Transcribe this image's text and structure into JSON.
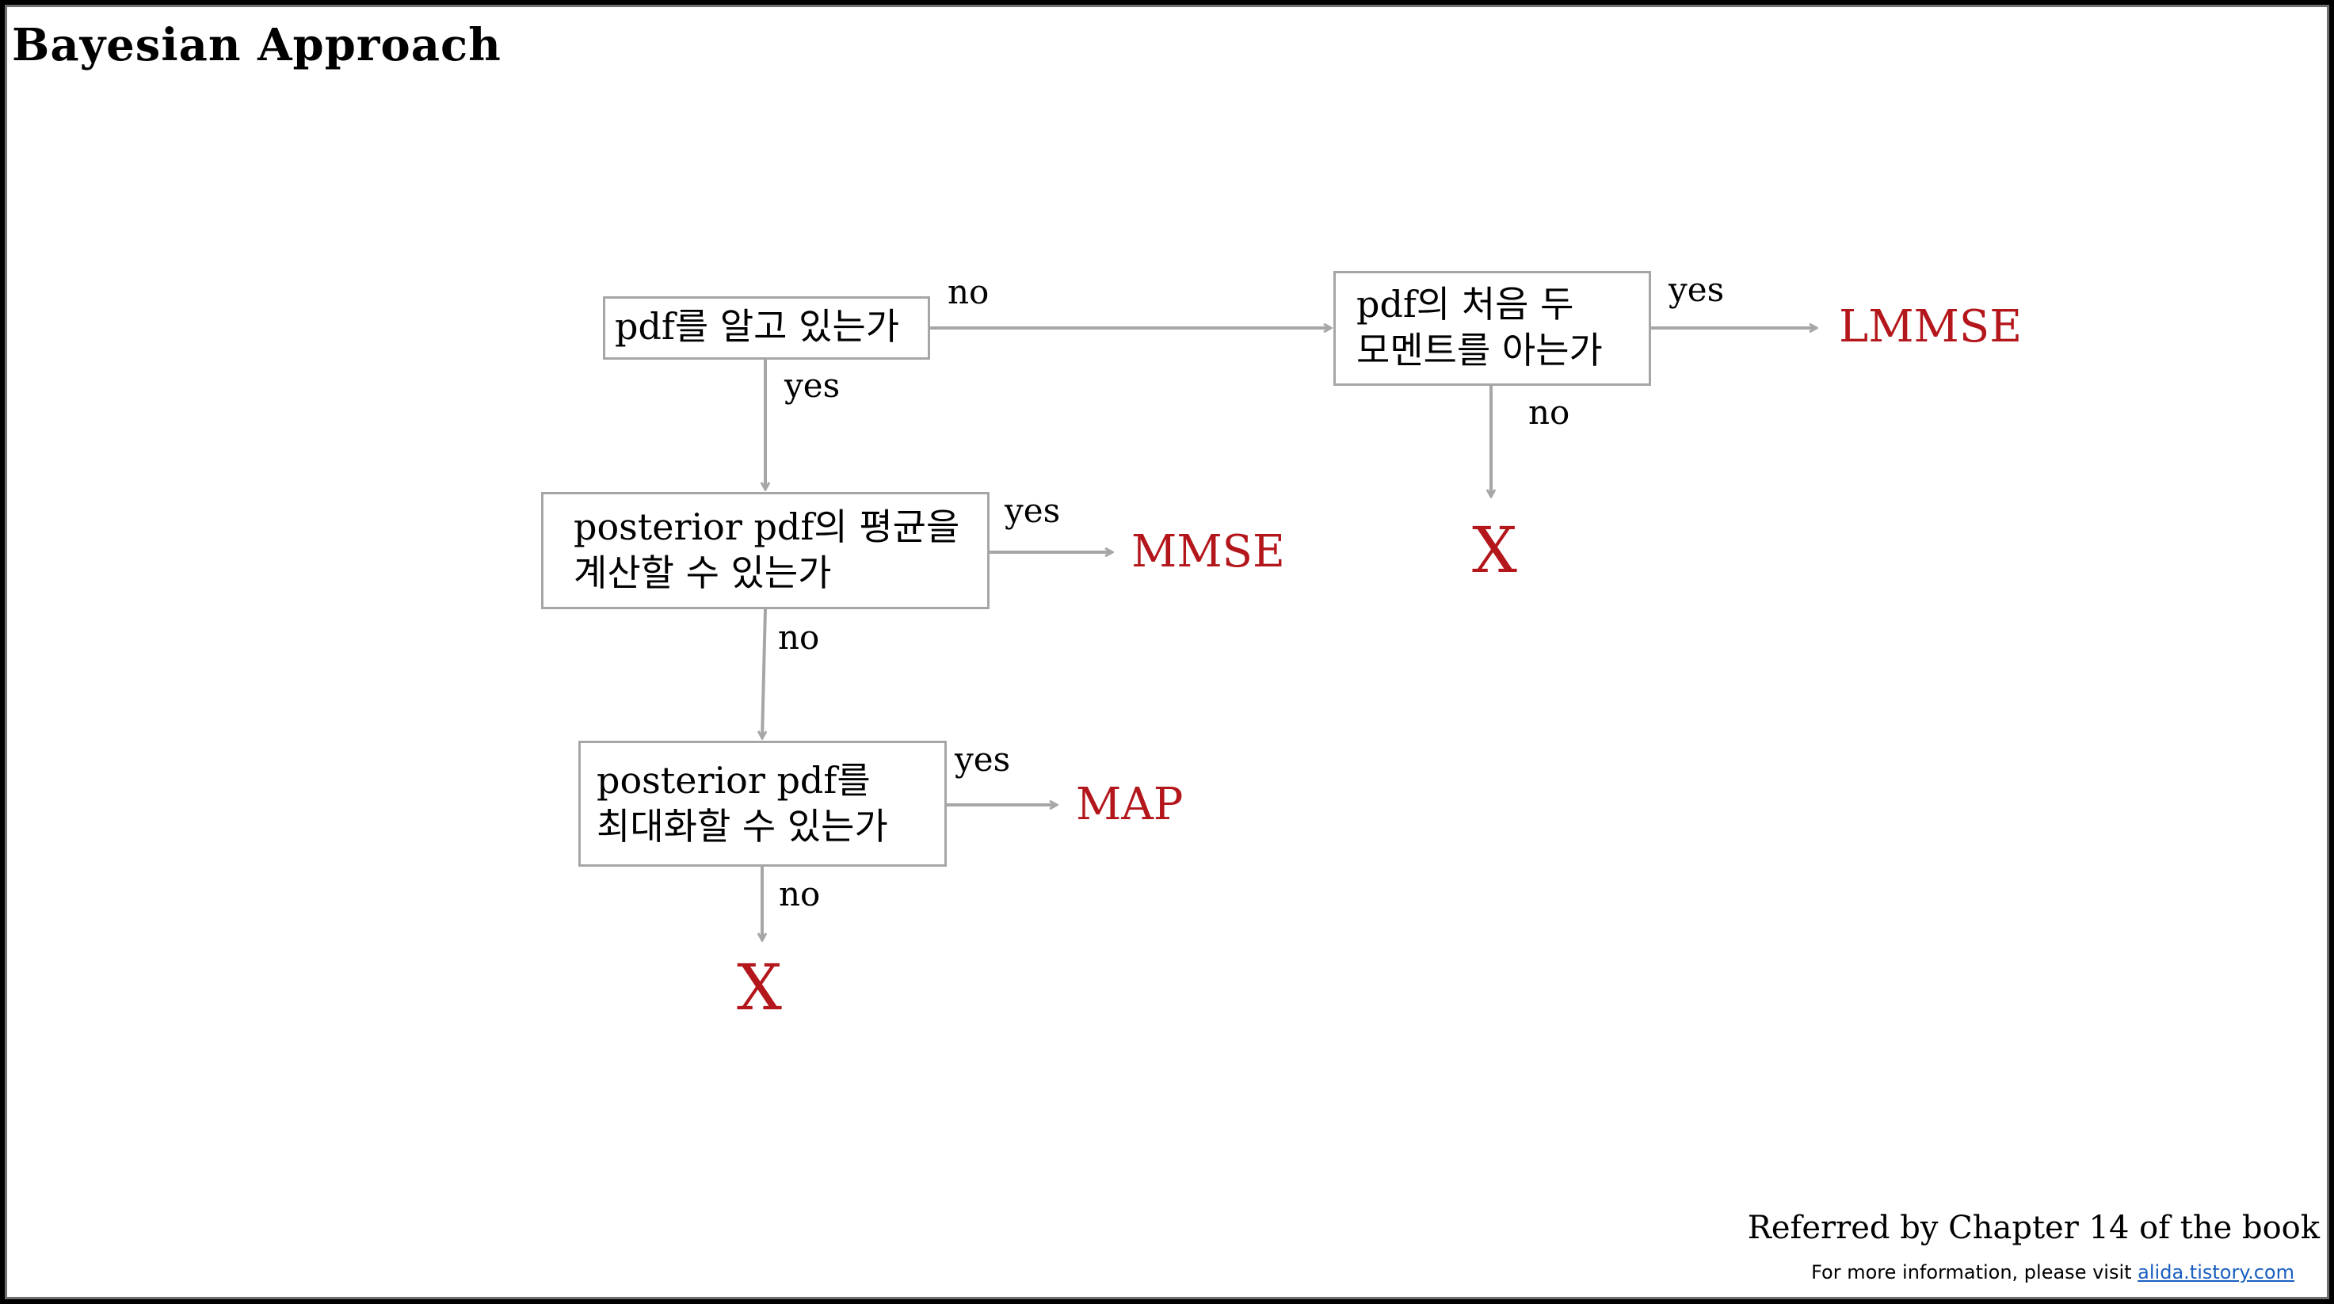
{
  "title": "Bayesian Approach",
  "nodes": {
    "q_know_pdf": "pdf를 알고 있는가",
    "q_first_two_moments": [
      "pdf의 처음 두",
      "모멘트를 아는가"
    ],
    "q_posterior_mean": [
      "posterior pdf의 평균을",
      "계산할 수 있는가"
    ],
    "q_posterior_max": [
      "posterior pdf를",
      "최대화할 수 있는가"
    ]
  },
  "edge_labels": {
    "know_pdf_no": "no",
    "know_pdf_yes": "yes",
    "moments_yes": "yes",
    "moments_no": "no",
    "mean_yes": "yes",
    "mean_no": "no",
    "max_yes": "yes",
    "max_no": "no"
  },
  "results": {
    "lmmse": "LMMSE",
    "mmse": "MMSE",
    "map": "MAP",
    "x_moments": "X",
    "x_max": "X"
  },
  "colors": {
    "result": "#b3161b",
    "arrow": "#a6a6a6",
    "link": "#1a5fc1"
  },
  "footer": {
    "reference": "Referred by Chapter 14 of the book",
    "info_prefix": "For more information, please visit ",
    "info_link": "alida.tistory.com"
  }
}
